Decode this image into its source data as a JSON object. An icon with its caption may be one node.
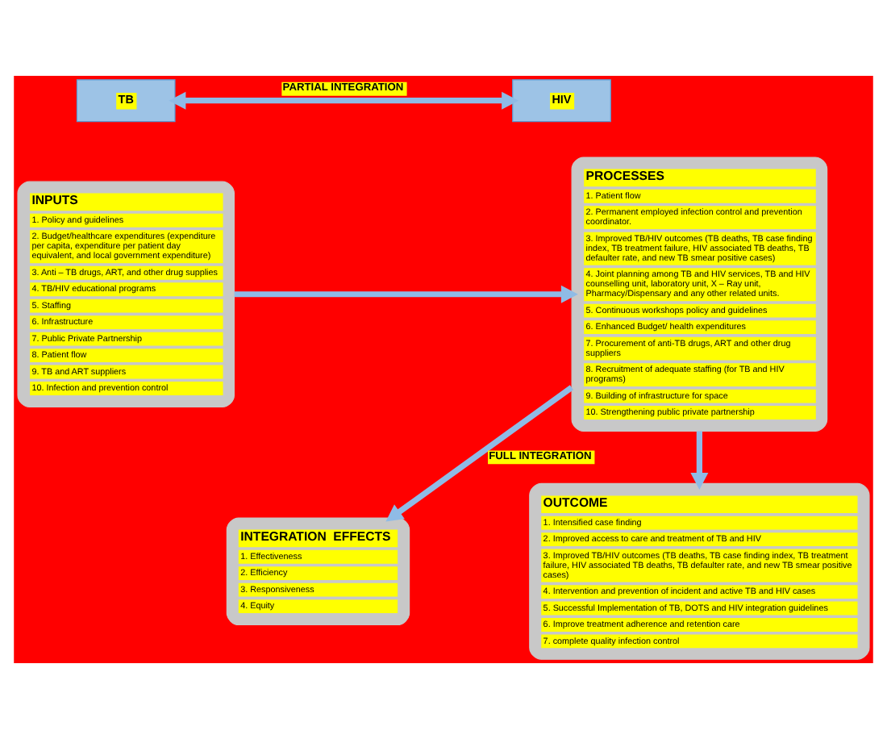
{
  "diagram": {
    "nodes": [
      {
        "text": [
          "TB"
        ]
      },
      {
        "text": [
          "HIV"
        ]
      },
      {
        "text": [
          "INPUTS",
          "1. Policy and guidelines",
          "2. Budget/healthcare expenditures (expenditure per capita, expenditure per patient day equivalent, and local government expenditure)",
          "3. Anti – TB drugs, ART, and other drug supplies",
          "4. TB/HIV educational programs",
          "5. Staffing",
          "6. Infrastructure",
          "7. Public Private Partnership",
          "8. Patient flow",
          "9. TB and ART suppliers",
          "10. Infection and prevention control"
        ]
      },
      {
        "text": [
          "PROCESSES",
          "1. Patient flow",
          "2. Permanent employed infection control and prevention coordinator.",
          "3. Improved TB/HIV outcomes (TB deaths, TB case finding index, TB treatment failure, HIV associated TB deaths, TB defaulter rate, and new TB smear positive cases)",
          "4. Joint planning among TB and HIV services, TB and HIV counselling unit, laboratory unit, X – Ray unit, Pharmacy/Dispensary and any other related units.",
          "5. Continuous workshops policy and guidelines",
          "6. Enhanced Budget/ health expenditures",
          "7. Procurement of anti-TB drugs, ART and other drug suppliers",
          "8. Recruitment of adequate staffing (for TB and HIV programs)",
          "9. Building of infrastructure for space",
          "10. Strengthening public private partnership"
        ]
      },
      {
        "text": [
          "INTEGRATION  EFFECTS",
          "1. Effectiveness",
          "2. Efficiency",
          "3. Responsiveness",
          "4. Equity"
        ]
      },
      {
        "text": [
          "OUTCOME",
          "1. Intensified case finding",
          "2. Improved access to care and treatment of TB and HIV",
          "3. Improved TB/HIV outcomes (TB deaths, TB case finding index, TB treatment failure, HIV associated TB deaths, TB defaulter rate, and new TB smear positive cases)",
          "4. Intervention and prevention of incident and active TB and HIV cases",
          "5. Successful Implementation of TB, DOTS and HIV integration guidelines",
          "6. Improve treatment adherence and retention care",
          "7. complete quality infection control"
        ]
      }
    ],
    "edges": [
      {
        "from": 0,
        "to": 1,
        "arrow": "both",
        "label": "PARTIAL INTEGRATION"
      },
      {
        "from": 2,
        "to": 3,
        "arrow": "to"
      },
      {
        "from": 3,
        "to": 5,
        "arrow": "to"
      },
      {
        "from": 3,
        "to": 4,
        "arrow": "to",
        "label": "FULL INTEGRATION"
      }
    ]
  }
}
